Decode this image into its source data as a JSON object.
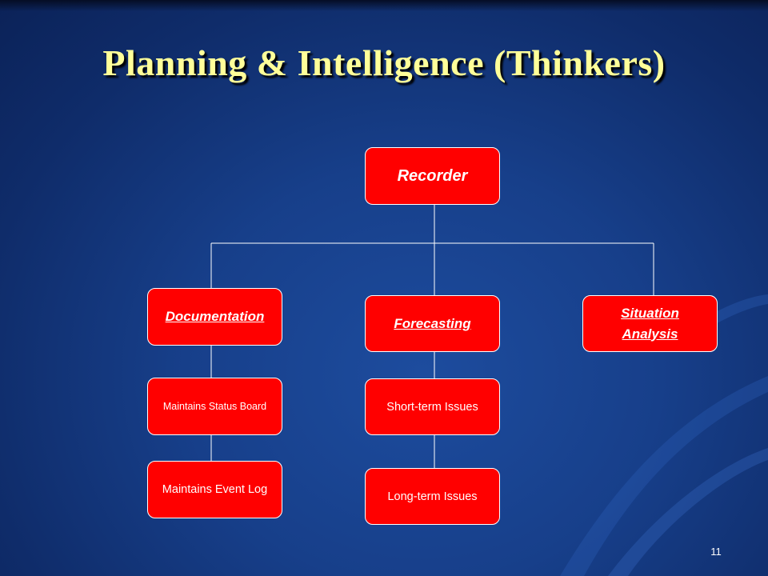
{
  "slide": {
    "title": "Planning & Intelligence (Thinkers)",
    "page_number": "11"
  },
  "diagram": {
    "nodes": {
      "recorder": "Recorder",
      "documentation": "Documentation",
      "forecasting": "Forecasting",
      "situation_analysis": "Situation Analysis",
      "status_board": "Maintains Status Board",
      "event_log": "Maintains Event Log",
      "short_term": "Short-term Issues",
      "long_term": "Long-term Issues"
    },
    "colors": {
      "box_fill": "#ff0000",
      "box_border": "#ffffff",
      "title_text": "#ffff99",
      "background": "#173f8a"
    }
  }
}
